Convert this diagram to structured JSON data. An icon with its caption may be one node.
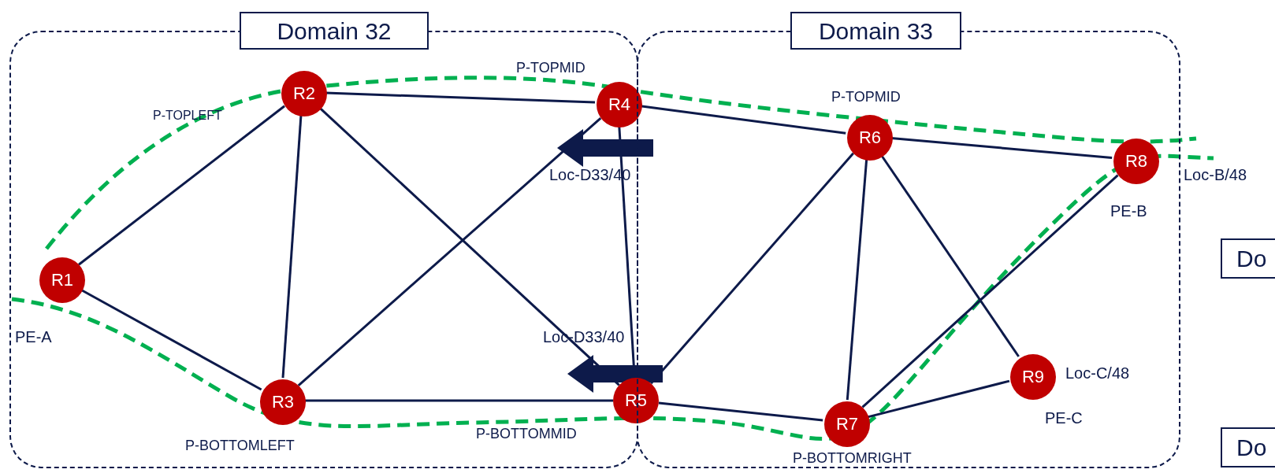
{
  "diagram": {
    "nodes": [
      {
        "text": [
          "Domain 32"
        ]
      },
      {
        "text": [
          "R1"
        ],
        "in": 0
      },
      {
        "text": [
          "R2"
        ],
        "in": 0
      },
      {
        "text": [
          "R3"
        ],
        "in": 0
      },
      {
        "text": [
          "R4"
        ],
        "in": 0
      },
      {
        "text": [
          "R5"
        ]
      },
      {
        "text": [
          "Domain 33"
        ]
      },
      {
        "text": [
          "R6"
        ],
        "in": 6
      },
      {
        "text": [
          "R7"
        ],
        "in": 6
      },
      {
        "text": [
          "R8"
        ],
        "in": 6
      },
      {
        "text": [
          "R9"
        ],
        "in": 6
      },
      {
        "text": [
          "Do"
        ]
      },
      {
        "text": [
          "Do"
        ]
      }
    ],
    "edges": [
      {
        "from": 1,
        "to": 2,
        "arrow": "none"
      },
      {
        "from": 1,
        "to": 3,
        "arrow": "none"
      },
      {
        "from": 2,
        "to": 3,
        "arrow": "none"
      },
      {
        "from": 2,
        "to": 4,
        "arrow": "none"
      },
      {
        "from": 2,
        "to": 5,
        "arrow": "none"
      },
      {
        "from": 3,
        "to": 4,
        "arrow": "none"
      },
      {
        "from": 3,
        "to": 5,
        "arrow": "none"
      },
      {
        "from": 4,
        "to": 5,
        "arrow": "none"
      },
      {
        "from": 4,
        "to": 7,
        "arrow": "none"
      },
      {
        "from": 5,
        "to": 7,
        "arrow": "none"
      },
      {
        "from": 5,
        "to": 8,
        "arrow": "none"
      },
      {
        "from": 7,
        "to": 8,
        "arrow": "none"
      },
      {
        "from": 7,
        "to": 9,
        "arrow": "none"
      },
      {
        "from": 7,
        "to": 10,
        "arrow": "none"
      },
      {
        "from": 8,
        "to": 9,
        "arrow": "none"
      },
      {
        "from": 8,
        "to": 10,
        "arrow": "none"
      }
    ],
    "labels": [
      "P-TOPMID",
      "P-TOPLEFT",
      "P-TOPMID",
      "Loc-D33/40",
      "Loc-B/48",
      "PE-B",
      "PE-A",
      "Loc-D33/40",
      "Loc-C/48",
      "PE-C",
      "P-BOTTOMMID",
      "P-BOTTOMLEFT",
      "P-BOTTOMRIGHT"
    ]
  }
}
